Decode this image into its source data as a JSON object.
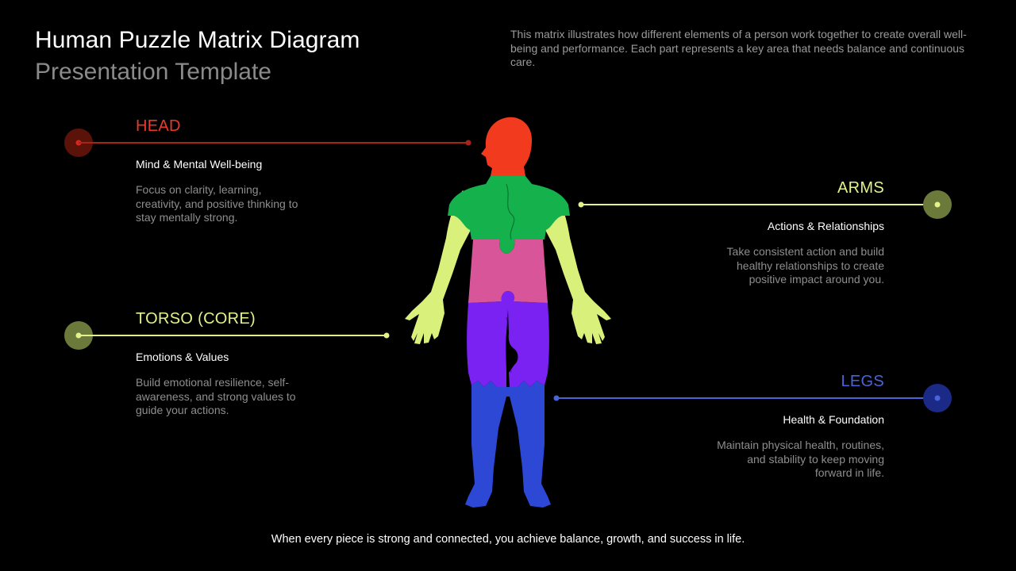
{
  "header": {
    "title": "Human Puzzle Matrix Diagram",
    "subtitle": "Presentation Template",
    "intro": "This matrix illustrates how different elements of a person work together to create overall well-being and performance. Each part represents a key area that needs balance and continuous care."
  },
  "sections": {
    "head": {
      "label": "HEAD",
      "subtitle": "Mind & Mental Well-being",
      "description": "Focus on clarity, learning, creativity, and positive thinking to stay mentally strong.",
      "color": "#e8392a"
    },
    "torso": {
      "label": "TORSO (CORE)",
      "subtitle": "Emotions & Values",
      "description": "Build emotional resilience, self-awareness, and strong values to guide your actions.",
      "color": "#e3f28a"
    },
    "arms": {
      "label": "ARMS",
      "subtitle": "Actions & Relationships",
      "description": "Take consistent action and build healthy relationships to create positive impact around you.",
      "color": "#e3f28a"
    },
    "legs": {
      "label": "LEGS",
      "subtitle": "Health & Foundation",
      "description": "Maintain physical health, routines, and stability to keep moving forward in life.",
      "color": "#4a63d9"
    }
  },
  "footer": {
    "text": "When every piece is strong and connected, you achieve balance, growth, and success in life."
  },
  "figure_colors": {
    "head": "#f23a1f",
    "chest": "#14b14c",
    "abdomen": "#d9559a",
    "arms": "#d9f07a",
    "hips": "#7a22f2",
    "legs": "#2c48d4"
  }
}
